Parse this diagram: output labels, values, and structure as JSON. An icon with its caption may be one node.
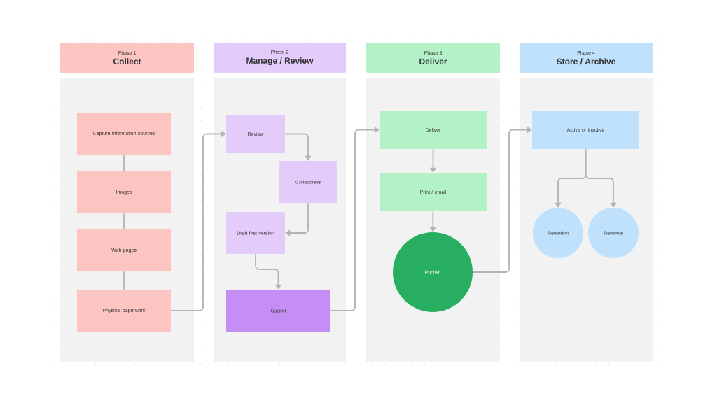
{
  "diagram": {
    "nodes": [
      {
        "text": [
          "Phase 1",
          "Collect"
        ]
      },
      {
        "text": [
          "Capture information sources"
        ]
      },
      {
        "text": [
          "Images"
        ]
      },
      {
        "text": [
          "Web pages"
        ]
      },
      {
        "text": [
          "Physical paperwork"
        ]
      },
      {
        "text": [
          "Phase 2",
          "Manage / Review"
        ]
      },
      {
        "text": [
          "Review"
        ]
      },
      {
        "text": [
          "Collaborate"
        ]
      },
      {
        "text": [
          "Draft first version"
        ]
      },
      {
        "text": [
          "Submit"
        ]
      },
      {
        "text": [
          "Phase 3",
          "Deliver"
        ]
      },
      {
        "text": [
          "Deliver"
        ]
      },
      {
        "text": [
          "Print / email"
        ]
      },
      {
        "text": [
          "Publish"
        ]
      },
      {
        "text": [
          "Phase 4",
          "Store / Archive"
        ]
      },
      {
        "text": [
          "Active or inactive"
        ]
      },
      {
        "text": [
          "Retention"
        ]
      },
      {
        "text": [
          "Removal"
        ]
      }
    ],
    "edges": [
      {
        "from": 1,
        "to": 2,
        "arrow": "none"
      },
      {
        "from": 2,
        "to": 3,
        "arrow": "none"
      },
      {
        "from": 3,
        "to": 4,
        "arrow": "none"
      },
      {
        "from": 4,
        "to": 6,
        "arrow": "to"
      },
      {
        "from": 6,
        "to": 7,
        "arrow": "to"
      },
      {
        "from": 7,
        "to": 8,
        "arrow": "to"
      },
      {
        "from": 8,
        "to": 9,
        "arrow": "to"
      },
      {
        "from": 9,
        "to": 11,
        "arrow": "to"
      },
      {
        "from": 11,
        "to": 12,
        "arrow": "to"
      },
      {
        "from": 12,
        "to": 13,
        "arrow": "to"
      },
      {
        "from": 13,
        "to": 15,
        "arrow": "to"
      },
      {
        "from": 15,
        "to": 16,
        "arrow": "to"
      },
      {
        "from": 15,
        "to": 17,
        "arrow": "to"
      }
    ]
  }
}
